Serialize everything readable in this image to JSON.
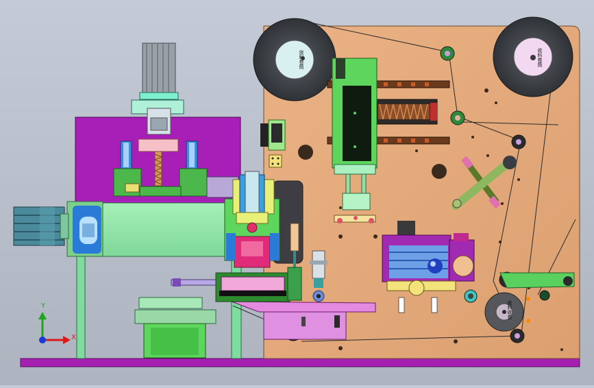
{
  "reels": {
    "left_label": "放料卷筒",
    "right_label": "收料卷筒",
    "lower_label": "废料收卷"
  },
  "axis": {
    "y_label": "Y",
    "x_label": "X"
  },
  "colors": {
    "base_plate": "#e5a97a",
    "magenta_block": "#a81fb8",
    "mint": "#8fe6a8",
    "green": "#47d147",
    "blue": "#2a6fd8",
    "pink": "#e070c8",
    "bottom_rail": "#a51fb0",
    "reel": "#3a3d42"
  },
  "icons": [
    "axis-triad-icon",
    "servo-motor-icon",
    "stepper-motor-icon"
  ]
}
